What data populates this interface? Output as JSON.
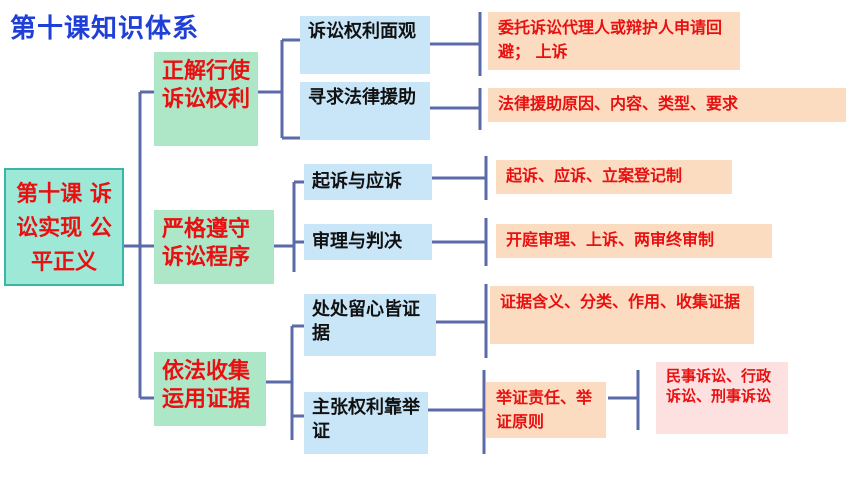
{
  "title": "第十课知识体系",
  "root": "第十课 诉讼实现 公平正义",
  "branches": [
    {
      "label": "正解行使诉讼权利",
      "children": [
        {
          "label": "诉讼权利面观",
          "detail": "委托诉讼代理人或辩护人申请回避；  上诉"
        },
        {
          "label": "寻求法律援助",
          "detail": "法律援助原因、内容、类型、要求"
        }
      ]
    },
    {
      "label": "严格遵守诉讼程序",
      "children": [
        {
          "label": "起诉与应诉",
          "detail": "起诉、应诉、立案登记制"
        },
        {
          "label": "审理与判决",
          "detail": "开庭审理、上诉、两审终审制"
        }
      ]
    },
    {
      "label": "依法收集运用证据",
      "children": [
        {
          "label": "处处留心皆证据",
          "detail": "证据含义、分类、作用、收集证据"
        },
        {
          "label": "主张权利靠举证",
          "detail": "举证责任、举证原则",
          "sub": "民事诉讼、行政诉讼、刑事诉讼"
        }
      ]
    }
  ],
  "colors": {
    "title": "#1f3fd6",
    "root_bg": "#9ee8d8",
    "branch_bg": "#aee6c8",
    "topic_bg": "#c8e6f8",
    "detail_bg": "#fcdcc0",
    "sub_bg": "#fde0e0",
    "accent_text": "#e81010",
    "connector": "#5b6aa8"
  }
}
